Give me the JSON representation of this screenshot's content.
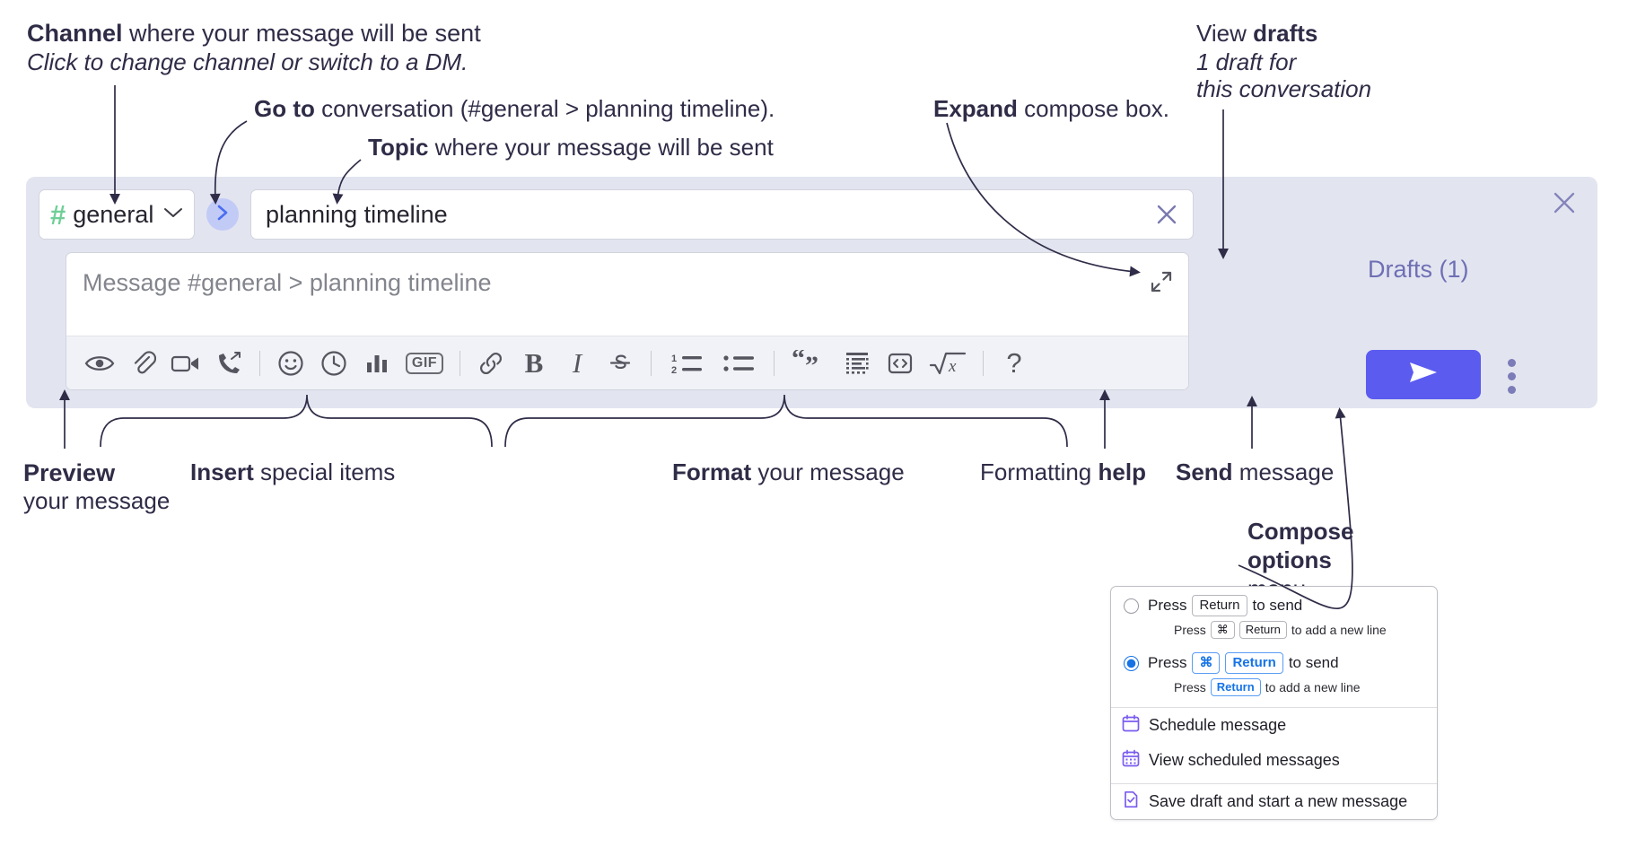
{
  "annotations": {
    "channel_title": "Channel",
    "channel_rest": " where your message will be sent",
    "channel_sub": "Click to change channel or switch to a DM.",
    "goto_title": "Go to",
    "goto_rest": " conversation (#general > planning timeline).",
    "topic_title": "Topic",
    "topic_rest": " where your message will be sent",
    "expand_title": "Expand",
    "expand_rest": " compose box.",
    "drafts_pre": "View ",
    "drafts_title": "drafts",
    "drafts_sub1": "1 draft for",
    "drafts_sub2": "this conversation",
    "preview_title": "Preview",
    "preview_sub": "your message",
    "insert_title": "Insert",
    "insert_rest": " special items",
    "format_title": "Format",
    "format_rest": " your message",
    "help_pre": "Formatting ",
    "help_title": "help",
    "send_title": "Send",
    "send_rest": " message",
    "compose_l1": "Compose",
    "compose_l2": "options",
    "compose_l3": "menu"
  },
  "compose": {
    "channel_name": "general",
    "hash_symbol": "#",
    "topic_value": "planning timeline",
    "message_placeholder": "Message #general > planning timeline",
    "drafts_label": "Drafts (1)",
    "gif_label": "GIF",
    "bold_label": "B",
    "italic_label": "I",
    "help_label": "?",
    "toolbar_icons": [
      "eye-icon",
      "paperclip-icon",
      "video-icon",
      "phone-forward-icon",
      "emoji-icon",
      "clock-icon",
      "poll-icon",
      "gif-icon",
      "link-icon",
      "bold-icon",
      "italic-icon",
      "strikethrough-icon",
      "numbered-list-icon",
      "bulleted-list-icon",
      "blockquote-icon",
      "code-block-icon",
      "code-icon",
      "math-icon",
      "help-icon"
    ]
  },
  "menu": {
    "option1": {
      "pre": "Press",
      "key": "Return",
      "post": "to send",
      "sub_pre": "Press",
      "sub_key1": "⌘",
      "sub_key2": "Return",
      "sub_post": "to add a new line",
      "selected": false
    },
    "option2": {
      "pre": "Press",
      "key1": "⌘",
      "key2": "Return",
      "post": "to send",
      "sub_pre": "Press",
      "sub_key": "Return",
      "sub_post": "to add a new line",
      "selected": true
    },
    "items": [
      {
        "label": "Schedule message",
        "icon": "calendar-icon"
      },
      {
        "label": "View scheduled messages",
        "icon": "calendar-grid-icon"
      },
      {
        "label": "Save draft and start a new message",
        "icon": "document-check-icon"
      }
    ]
  },
  "colors": {
    "compose_bg": "#e2e4f0",
    "send_button": "#5b5bf0",
    "hash_green": "#6fcf97",
    "goto_badge": "#c2caf6",
    "drafts_text": "#6f6fb4",
    "radio_blue": "#1573e6"
  }
}
